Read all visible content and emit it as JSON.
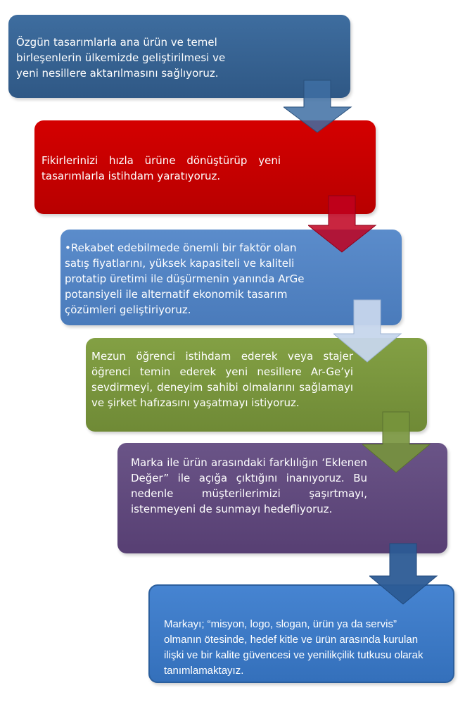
{
  "boxes": [
    {
      "text": "Özgün tasarımlarla ana ürün ve temel birleşenlerin ülkemizde geliştirilmesi ve yeni nesillere aktarılmasını sağlıyoruz.",
      "color": "#34608f"
    },
    {
      "text": "Fikirlerinizi hızla ürüne dönüştürüp yeni tasarımlarla istihdam yaratıyoruz.",
      "color": "#c00000"
    },
    {
      "text": "•Rekabet edebilmede önemli bir faktör olan satış fiyatlarını, yüksek kapasiteli ve kaliteli protatip üretimi ile düşürmenin yanında ArGe potansiyeli ile alternatif ekonomik tasarım çözümleri geliştiriyoruz.",
      "color": "#4f81bd"
    },
    {
      "text": "Mezun öğrenci istihdam ederek veya stajer öğrenci temin ederek yeni nesillere Ar-Ge’yi sevdirmeyi, deneyim sahibi olmalarını sağlamayı ve  şirket hafızasını yaşatmayı istiyoruz.",
      "color": "#77933c"
    },
    {
      "text": "Marka ile ürün arasındaki  farklılığın ‘Eklenen Değer” ile açığa çıktığını inanıyoruz. Bu nedenle müşterilerimizi şaşırtmayı, istenmeyeni de sunmayı hedefliyoruz.",
      "color": "#604a7b"
    },
    {
      "text": "Markayı; “misyon, logo, slogan, ürün ya da servis” olmanın ötesinde, hedef kitle ve ürün arasında kurulan ilişki ve bir kalite güvencesi ve yenilikçilik tutkusu olarak tanımlamaktayız.",
      "color": "#3b79c6"
    }
  ],
  "arrow_colors": [
    "#3e6ea3",
    "#c0001f",
    "#c6d6ec",
    "#77933c",
    "#2c5b95"
  ]
}
